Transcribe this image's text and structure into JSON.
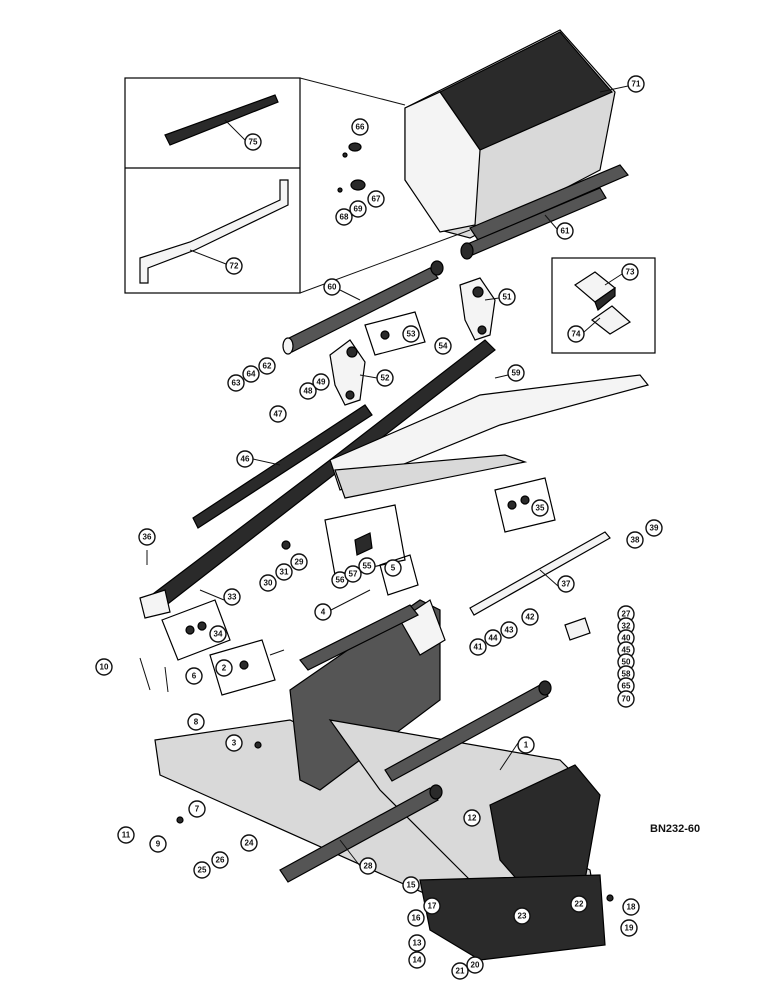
{
  "drawing_id": "BN232-60",
  "callouts": [
    {
      "id": "c1",
      "label": "1"
    },
    {
      "id": "c2",
      "label": "2"
    },
    {
      "id": "c3",
      "label": "3"
    },
    {
      "id": "c4",
      "label": "4"
    },
    {
      "id": "c5",
      "label": "5"
    },
    {
      "id": "c6",
      "label": "6"
    },
    {
      "id": "c7",
      "label": "7"
    },
    {
      "id": "c8",
      "label": "8"
    },
    {
      "id": "c9",
      "label": "9"
    },
    {
      "id": "c10",
      "label": "10"
    },
    {
      "id": "c11",
      "label": "11"
    },
    {
      "id": "c12",
      "label": "12"
    },
    {
      "id": "c13",
      "label": "13"
    },
    {
      "id": "c14",
      "label": "14"
    },
    {
      "id": "c15",
      "label": "15"
    },
    {
      "id": "c16",
      "label": "16"
    },
    {
      "id": "c17",
      "label": "17"
    },
    {
      "id": "c18",
      "label": "18"
    },
    {
      "id": "c19",
      "label": "19"
    },
    {
      "id": "c20",
      "label": "20"
    },
    {
      "id": "c21",
      "label": "21"
    },
    {
      "id": "c22",
      "label": "22"
    },
    {
      "id": "c23",
      "label": "23"
    },
    {
      "id": "c24",
      "label": "24"
    },
    {
      "id": "c25",
      "label": "25"
    },
    {
      "id": "c26",
      "label": "26"
    },
    {
      "id": "c27",
      "label": "27"
    },
    {
      "id": "c28",
      "label": "28"
    },
    {
      "id": "c29",
      "label": "29"
    },
    {
      "id": "c30",
      "label": "30"
    },
    {
      "id": "c31",
      "label": "31"
    },
    {
      "id": "c32",
      "label": "32"
    },
    {
      "id": "c33",
      "label": "33"
    },
    {
      "id": "c34",
      "label": "34"
    },
    {
      "id": "c35",
      "label": "35"
    },
    {
      "id": "c36",
      "label": "36"
    },
    {
      "id": "c37",
      "label": "37"
    },
    {
      "id": "c38",
      "label": "38"
    },
    {
      "id": "c39",
      "label": "39"
    },
    {
      "id": "c40",
      "label": "40"
    },
    {
      "id": "c41",
      "label": "41"
    },
    {
      "id": "c42",
      "label": "42"
    },
    {
      "id": "c43",
      "label": "43"
    },
    {
      "id": "c44",
      "label": "44"
    },
    {
      "id": "c45",
      "label": "45"
    },
    {
      "id": "c46",
      "label": "46"
    },
    {
      "id": "c47",
      "label": "47"
    },
    {
      "id": "c48",
      "label": "48"
    },
    {
      "id": "c49",
      "label": "49"
    },
    {
      "id": "c50",
      "label": "50"
    },
    {
      "id": "c51",
      "label": "51"
    },
    {
      "id": "c52",
      "label": "52"
    },
    {
      "id": "c53",
      "label": "53"
    },
    {
      "id": "c54",
      "label": "54"
    },
    {
      "id": "c55",
      "label": "55"
    },
    {
      "id": "c56",
      "label": "56"
    },
    {
      "id": "c57",
      "label": "57"
    },
    {
      "id": "c58",
      "label": "58"
    },
    {
      "id": "c59",
      "label": "59"
    },
    {
      "id": "c60",
      "label": "60"
    },
    {
      "id": "c61",
      "label": "61"
    },
    {
      "id": "c62",
      "label": "62"
    },
    {
      "id": "c63",
      "label": "63"
    },
    {
      "id": "c64",
      "label": "64"
    },
    {
      "id": "c65",
      "label": "65"
    },
    {
      "id": "c66",
      "label": "66"
    },
    {
      "id": "c67",
      "label": "67"
    },
    {
      "id": "c68",
      "label": "68"
    },
    {
      "id": "c69",
      "label": "69"
    },
    {
      "id": "c70",
      "label": "70"
    },
    {
      "id": "c71",
      "label": "71"
    },
    {
      "id": "c72",
      "label": "72"
    },
    {
      "id": "c73",
      "label": "73"
    },
    {
      "id": "c74",
      "label": "74"
    },
    {
      "id": "c75",
      "label": "75"
    }
  ]
}
